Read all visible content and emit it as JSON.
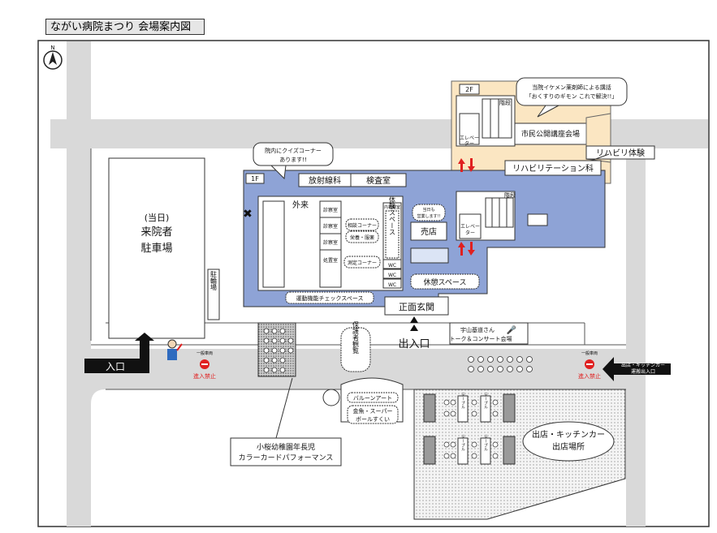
{
  "title": "ながい病院まつり 会場案内図",
  "compass": "N",
  "floor_labels": {
    "second": "2F",
    "first": "1F"
  },
  "callouts": {
    "lecture": [
      "当院イケメン薬剤師による講話",
      "「おくすりのギモン これで解決!!」"
    ],
    "quiz": [
      "院内にクイズコーナー",
      "あります!!"
    ],
    "sale": [
      "当日も",
      "営業します!!"
    ]
  },
  "rooms_2f": {
    "stairs": "階段",
    "elevator": [
      "エレベー",
      "ター"
    ],
    "lecture_hall": "市民公開講座会場",
    "rehab_exp": "リハビリ体験",
    "rehab_dept": "リハビリテーション科"
  },
  "rooms_1f": {
    "radiology": "放射線科",
    "lab": "検査室",
    "outpatient": "外来",
    "exam": "診察室",
    "consult": "相談コーナー",
    "nutrition": "栄養・服薬",
    "treatment": "処置室",
    "measure": "測定コーナー",
    "endoscopy": "内視鏡室",
    "experience": "体験スペース",
    "wc": "WC",
    "shop": "売店",
    "stairs": "階段",
    "elevator": [
      "エレベー",
      "ター"
    ],
    "rest": "休憩スペース",
    "motor_check": "運動機能チェックスペース",
    "main_entrance": "正面玄関"
  },
  "parking": {
    "visitor": [
      "(当日)",
      "来院者",
      "駐車場"
    ],
    "bike": "駐輪場"
  },
  "outdoor": {
    "entrance": "入口",
    "exit_entrance": "出入口",
    "talk_stage": [
      "宇山基道さん",
      "トーク＆コンサート会場"
    ],
    "guardian_view": "保護者観覧",
    "balloon": "バルーンアート",
    "fish": [
      "金魚・スーパー",
      "ボールすくい"
    ],
    "table": "テーブル",
    "stall_area": [
      "出店・キッチンカー",
      "出店場所"
    ],
    "kindergarten": [
      "小桜幼稚園年長児",
      "カラーカードパフォーマンス"
    ],
    "no_entry_top": "一般車両",
    "no_entry_bottom": "進入禁止",
    "stall_vehicle": [
      "出店・キッチンカー",
      "運搬出入口"
    ]
  },
  "colors": {
    "building": "#8ea3d6",
    "second_floor": "#fbe6c2",
    "road": "#d9d9d9",
    "arrow_red": "#e02020",
    "no_entry": "#e02020"
  }
}
